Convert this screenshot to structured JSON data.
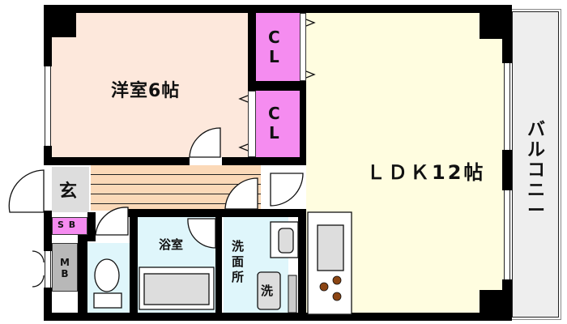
{
  "plan": {
    "title": "Floor plan 1LDK",
    "rooms": {
      "western_room": "洋室6帖",
      "closet_1": [
        "C",
        "L"
      ],
      "closet_2": [
        "C",
        "L"
      ],
      "ldk": "ＬＤＫ12帖",
      "balcony": [
        "バ",
        "ル",
        "コ",
        "ニ",
        "ー"
      ],
      "entrance": "玄",
      "shoe_box": "S B",
      "meter_box": [
        "M",
        "B"
      ],
      "bathroom": "浴室",
      "washroom": [
        "洗",
        "面",
        "所"
      ],
      "washer": "洗"
    },
    "colors": {
      "western_room": "#fde8dc",
      "closet": "#f58cf0",
      "ldk": "#fffde0",
      "balcony": "#eeeeee",
      "entrance": "#dddddd",
      "hallway": "#fbd9b8",
      "wet_area": "#dff6fb",
      "meter_box": "#b8b8b8",
      "stove_burner": "#8b4513",
      "wall": "#000000"
    }
  }
}
